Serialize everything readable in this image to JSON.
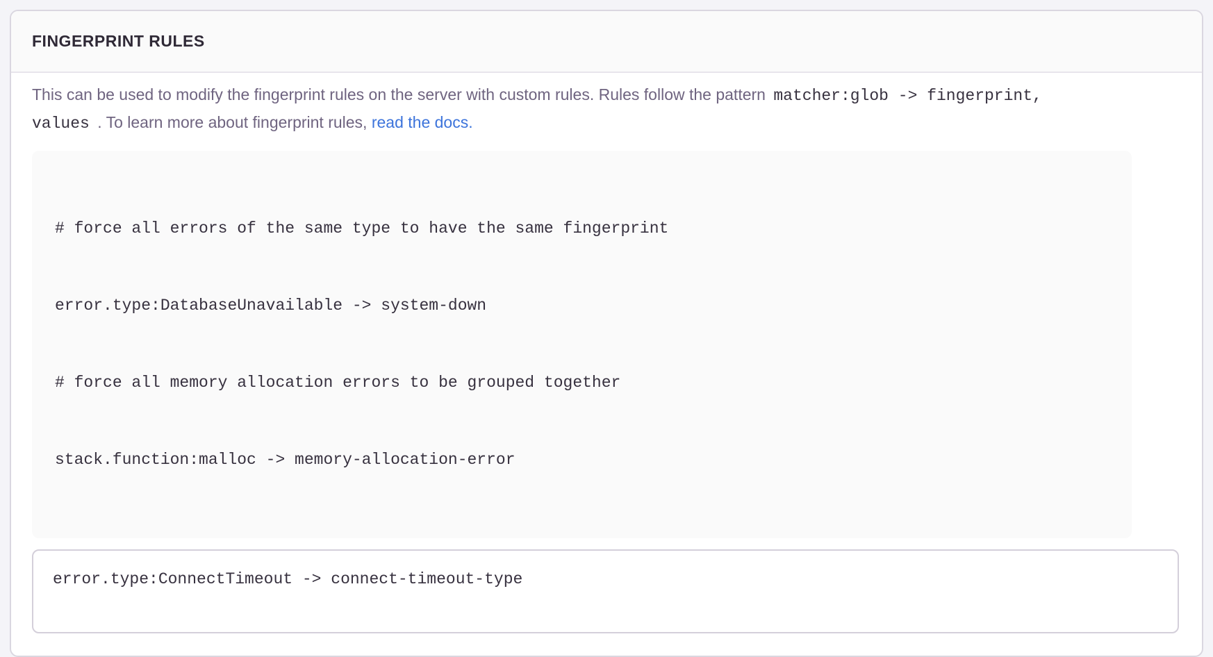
{
  "panel": {
    "title": "FINGERPRINT RULES",
    "description": {
      "intro": "This can be used to modify the fingerprint rules on the server with custom rules. Rules follow the pattern",
      "pattern_code_line1": "matcher:glob -> fingerprint,",
      "pattern_code_line2": "values",
      "after_pattern": ". To learn more about fingerprint rules,",
      "docs_link_label": "read the docs."
    },
    "example": {
      "lines": [
        "# force all errors of the same type to have the same fingerprint",
        "error.type:DatabaseUnavailable -> system-down",
        "# force all memory allocation errors to be grouped together",
        "stack.function:malloc -> memory-allocation-error"
      ]
    },
    "editor": {
      "value": "error.type:ConnectTimeout -> connect-timeout-type"
    }
  },
  "colors": {
    "page_background": "#f4f4f8",
    "panel_background": "#ffffff",
    "header_background": "#fafafa",
    "example_background": "#fafafa",
    "panel_border": "#dad7e0",
    "textarea_border": "#d4cfda",
    "title_text": "#2f2936",
    "body_text": "#6f6480",
    "code_text": "#37313f",
    "link": "#3d74db"
  }
}
